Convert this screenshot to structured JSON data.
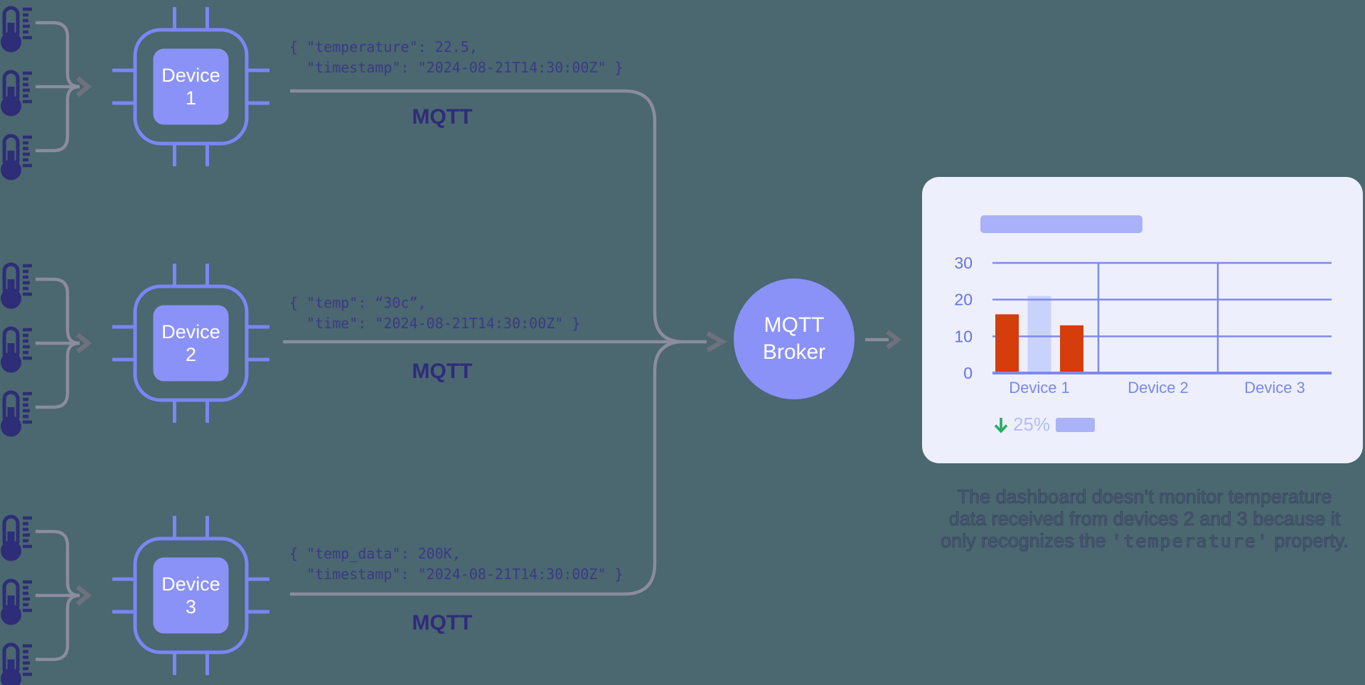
{
  "colors": {
    "background": "#4b6770",
    "periwinkle_fill": "#8a92f8",
    "chip_outline": "#7b86f4",
    "thermometer_navy": "#2d2d78",
    "connector_gray": "#8b8c9e",
    "arrowhead_gray": "#6f717f",
    "json_text": "#3a3a86",
    "mqtt_label": "#2f2c7a",
    "card_background": "#edf0fc",
    "placeholder_bar": "#a9b2f9",
    "bar_red": "#d53d0d",
    "bar_highlight": "#c9d2fa",
    "trend_green": "#27ae60",
    "trend_text": "#b4bcf8"
  },
  "devices": [
    {
      "name": "Device 1",
      "payload": "{ \"temperature\": 22.5,\n  \"timestamp\": \"2024-08-21T14:30:00Z\" }",
      "protocol": "MQTT"
    },
    {
      "name": "Device 2",
      "payload": "{ \"temp\": “30c”,\n  \"time\": \"2024-08-21T14:30:00Z\" }",
      "protocol": "MQTT"
    },
    {
      "name": "Device 3",
      "payload": "{ \"temp_data\": 200K,\n  \"timestamp\": \"2024-08-21T14:30:00Z\" }",
      "protocol": "MQTT"
    }
  ],
  "broker": {
    "label": "MQTT Broker"
  },
  "dashboard": {
    "trend_value": "25%",
    "trend_direction": "down"
  },
  "chart_data": {
    "type": "bar",
    "title": "",
    "categories": [
      "Device 1",
      "Device 2",
      "Device 3"
    ],
    "bars": [
      {
        "category": "Device 1",
        "value": 16,
        "color": "#d53d0d"
      },
      {
        "category": "Device 1",
        "value": 21,
        "color": "#c9d2fa"
      },
      {
        "category": "Device 1",
        "value": 13,
        "color": "#d53d0d"
      }
    ],
    "yticks": [
      0,
      10,
      20,
      30
    ],
    "ylim": [
      0,
      30
    ],
    "grid": true,
    "axis_color": "#7e88ee",
    "ytick_color": "#6572e4",
    "xtick_color": "#7b85f0"
  },
  "caption": {
    "text_before": "The dashboard doesn’t monitor temperature\ndata received from devices 2 and 3 because it\nonly recognizes the ",
    "code": "'temperature'",
    "text_after": " property."
  }
}
